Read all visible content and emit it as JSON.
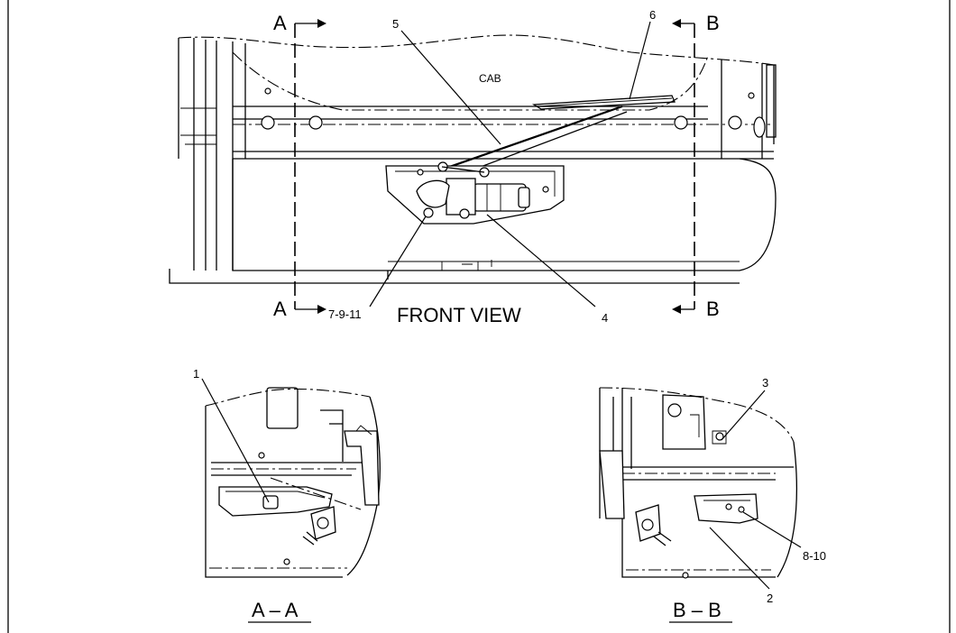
{
  "section_labels": {
    "a_top": "A",
    "b_top": "B",
    "a_bottom": "A",
    "b_bottom": "B"
  },
  "front_view": {
    "title": "FRONT  VIEW",
    "cab_label": "CAB"
  },
  "callouts": {
    "c1": "1",
    "c2": "2",
    "c3": "3",
    "c4": "4",
    "c5": "5",
    "c6": "6",
    "c7_9_11": "7-9-11",
    "c8_10": "8-10"
  },
  "section_views": {
    "aa_title": "A – A",
    "bb_title": "B – B"
  }
}
